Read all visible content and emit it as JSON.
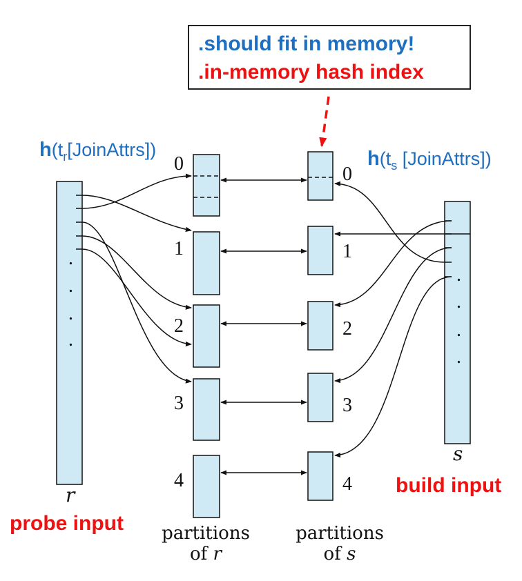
{
  "callout": {
    "line1": ".should fit  in memory!",
    "line2": ".in-memory hash index",
    "line1_color": "#1f6fc0",
    "line2_color": "#ee1111"
  },
  "hash_r": {
    "h": "h",
    "open": "(t",
    "sub": "r",
    "close": "[JoinAttrs])"
  },
  "hash_s": {
    "h": "h",
    "open": "(t",
    "sub": "s",
    "close": " [JoinAttrs])"
  },
  "relation_r": {
    "name": "r",
    "caption": "probe input"
  },
  "relation_s": {
    "name": "s",
    "caption": "build input"
  },
  "partitions": [
    "0",
    "1",
    "2",
    "3",
    "4"
  ],
  "partitions_r_label": {
    "line1": "partitions",
    "line2a": "of ",
    "line2b": "r"
  },
  "partitions_s_label": {
    "line1": "partitions",
    "line2a": "of ",
    "line2b": "s"
  },
  "ellipsis_dot": ".",
  "colors": {
    "box_fill": "#cfe9f5",
    "accent_blue": "#1f6fc0",
    "accent_red": "#ee1111"
  }
}
